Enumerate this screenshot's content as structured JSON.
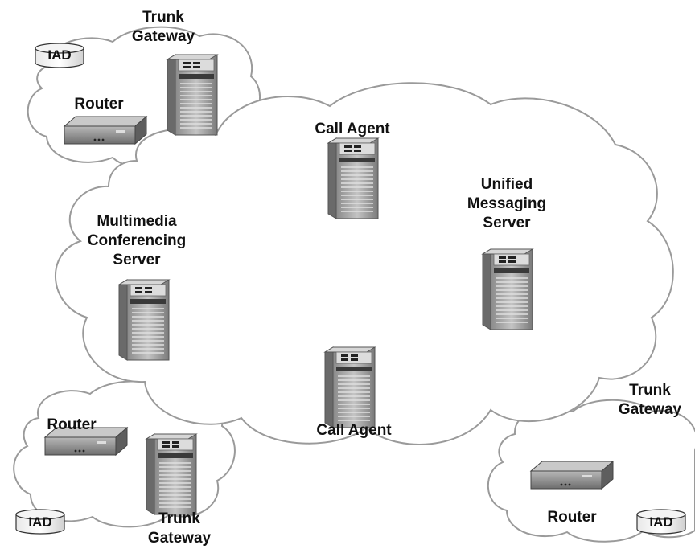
{
  "colors": {
    "cloud_stroke": "#9a9a9a",
    "server_body": "#a9a9a9",
    "server_dark": "#4a4a4a",
    "router_body": "#8e8e8e"
  },
  "labels": {
    "tl_trunk_gateway": [
      "Trunk",
      "Gateway"
    ],
    "tl_iad": "IAD",
    "tl_router": "Router",
    "call_agent_top": "Call Agent",
    "unified_messaging_server": [
      "Unified",
      "Messaging",
      "Server"
    ],
    "multimedia_conferencing_server": [
      "Multimedia",
      "Conferencing",
      "Server"
    ],
    "call_agent_bottom": "Call Agent",
    "bl_router": "Router",
    "bl_iad": "IAD",
    "bl_trunk_gateway": [
      "Trunk",
      "Gateway"
    ],
    "br_trunk_gateway": [
      "Trunk",
      "Gateway"
    ],
    "br_router": "Router",
    "br_iad": "IAD"
  },
  "icons": {
    "server": "server-tower-icon",
    "router": "router-icon",
    "iad": "iad-cylinder-icon"
  }
}
